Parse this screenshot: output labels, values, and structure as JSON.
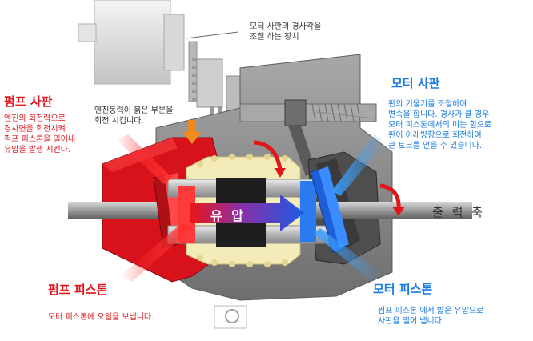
{
  "labels": {
    "tilt_device": "모터 사판의 경사각을\n조절 하는 장치",
    "engine_power": "엔진동력이 붉은 부분을\n회전 시킵니다.",
    "pump_swash_title": "펌프 사판",
    "pump_swash_desc": "엔진의 회전력으로\n경사면을 회전시켜\n펌프 피스톤을 밀어내\n유압을 발생 시킨다.",
    "motor_swash_title": "모터 사판",
    "motor_swash_desc": "판의 기울기를 조절하여\n변속을 합니다. 경사가 클 경우\n모터 피스톤에서의 미는 힘으로\n판이 아래방향으로 회전하여\n큰 토크를 얻을 수 있습니다.",
    "oil_pressure": "유 압",
    "output_shaft": "출 력 축",
    "pump_piston_title": "펌프 피스톤",
    "pump_piston_desc": "모터 피스톤에 오일을 보냅니다.",
    "motor_piston_title": "모터 피스톤",
    "motor_piston_desc": "펌프 피스톤 에서 밟은 유압으로\n사판을 밀어 냅니다."
  },
  "colors": {
    "pump_red": "#e0161b",
    "motor_blue": "#1a7ce0",
    "housing_gray": "#8c8c8c",
    "cylinder_yellow": "#f4ecb8",
    "arrow_orange": "#f08a1e"
  }
}
